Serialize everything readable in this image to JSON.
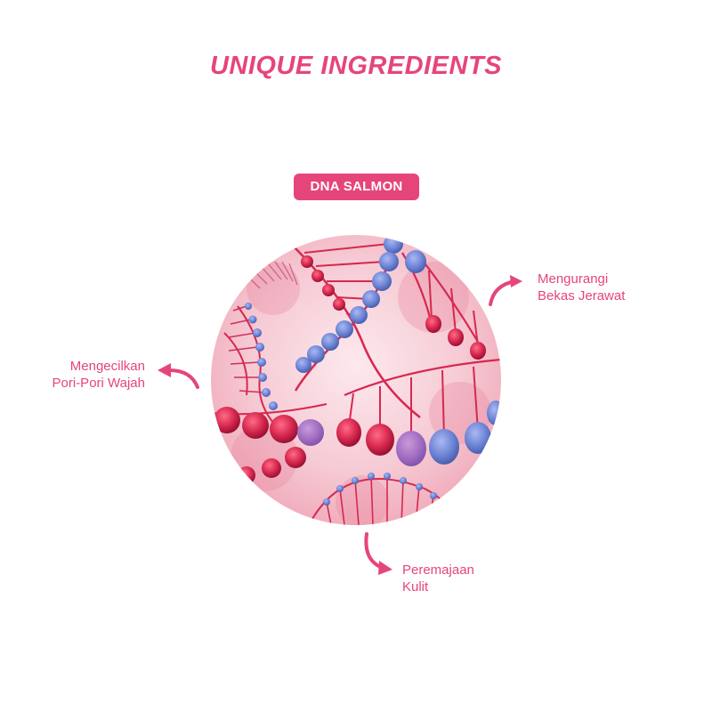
{
  "header": {
    "title": "UNIQUE INGREDIENTS"
  },
  "ingredient": {
    "badge_label": "DNA SALMON",
    "image_icon": "dna-helix-image"
  },
  "benefits": [
    {
      "line1": "Mengurangi",
      "line2": "Bekas Jerawat",
      "icon": "curved-arrow-icon"
    },
    {
      "line1": "Mengecilkan",
      "line2": "Pori-Pori Wajah",
      "icon": "curved-arrow-icon"
    },
    {
      "line1": "Peremajaan",
      "line2": "Kulit",
      "icon": "curved-arrow-icon"
    }
  ],
  "colors": {
    "accent": "#e6457a",
    "dna_red": "#d7284f",
    "dna_blue": "#6f86d6",
    "background_pink": "#f6cdd6"
  }
}
